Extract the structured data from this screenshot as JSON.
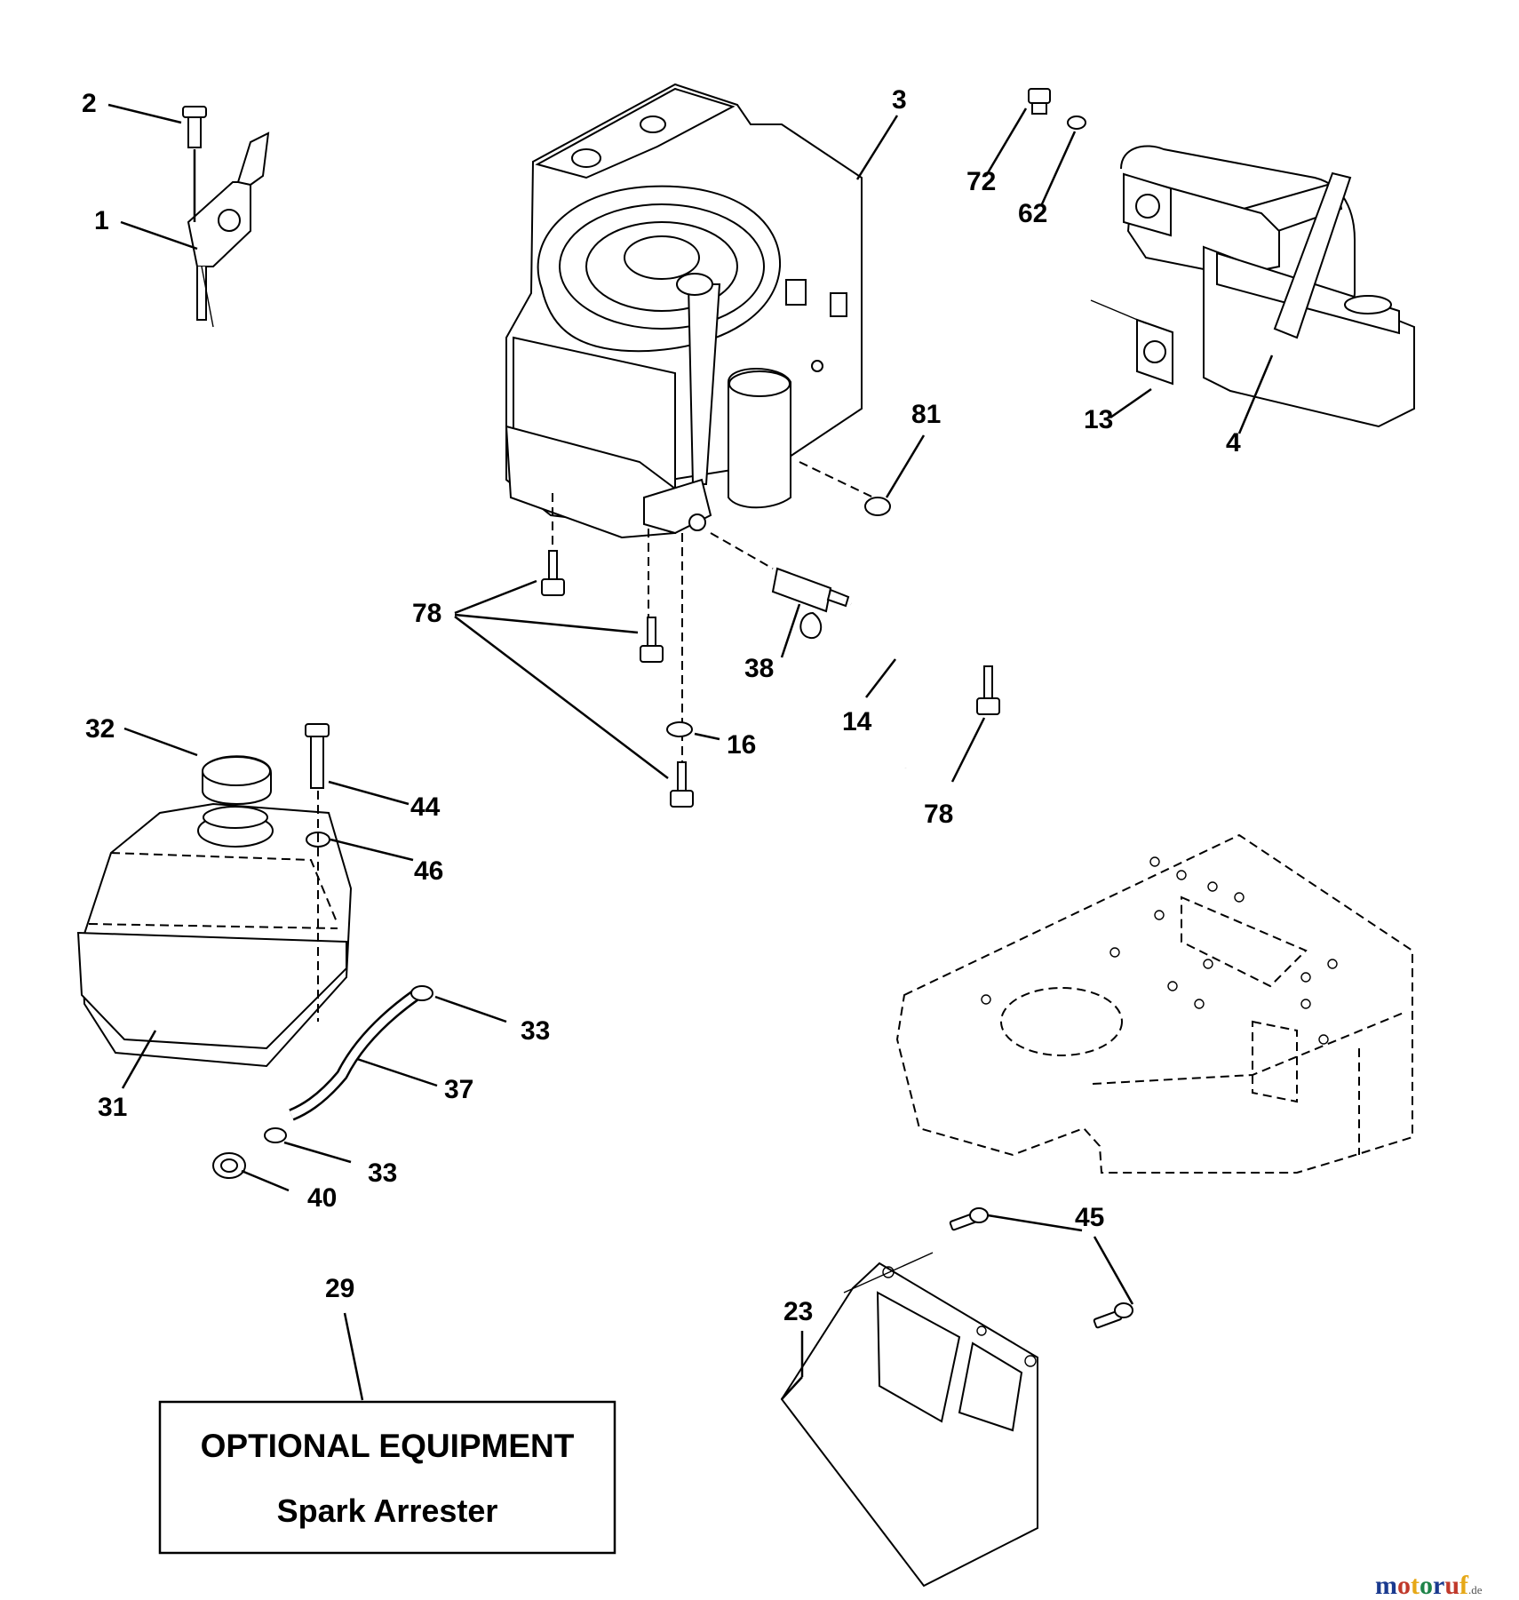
{
  "labels": {
    "p1": "1",
    "p2": "2",
    "p3": "3",
    "p4": "4",
    "p13": "13",
    "p14": "14",
    "p16": "16",
    "p23": "23",
    "p29": "29",
    "p31": "31",
    "p32": "32",
    "p33a": "33",
    "p33b": "33",
    "p37": "37",
    "p38": "38",
    "p40": "40",
    "p44": "44",
    "p45": "45",
    "p46": "46",
    "p62": "62",
    "p72": "72",
    "p78a": "78",
    "p78b": "78",
    "p81": "81"
  },
  "optional_box": {
    "title": "OPTIONAL EQUIPMENT",
    "subtitle": "Spark Arrester"
  },
  "watermark": {
    "text": "motoruf",
    "suffix": ".de",
    "colors": [
      "#1a3a8f",
      "#c0392b",
      "#e6a817",
      "#1e8449"
    ]
  }
}
